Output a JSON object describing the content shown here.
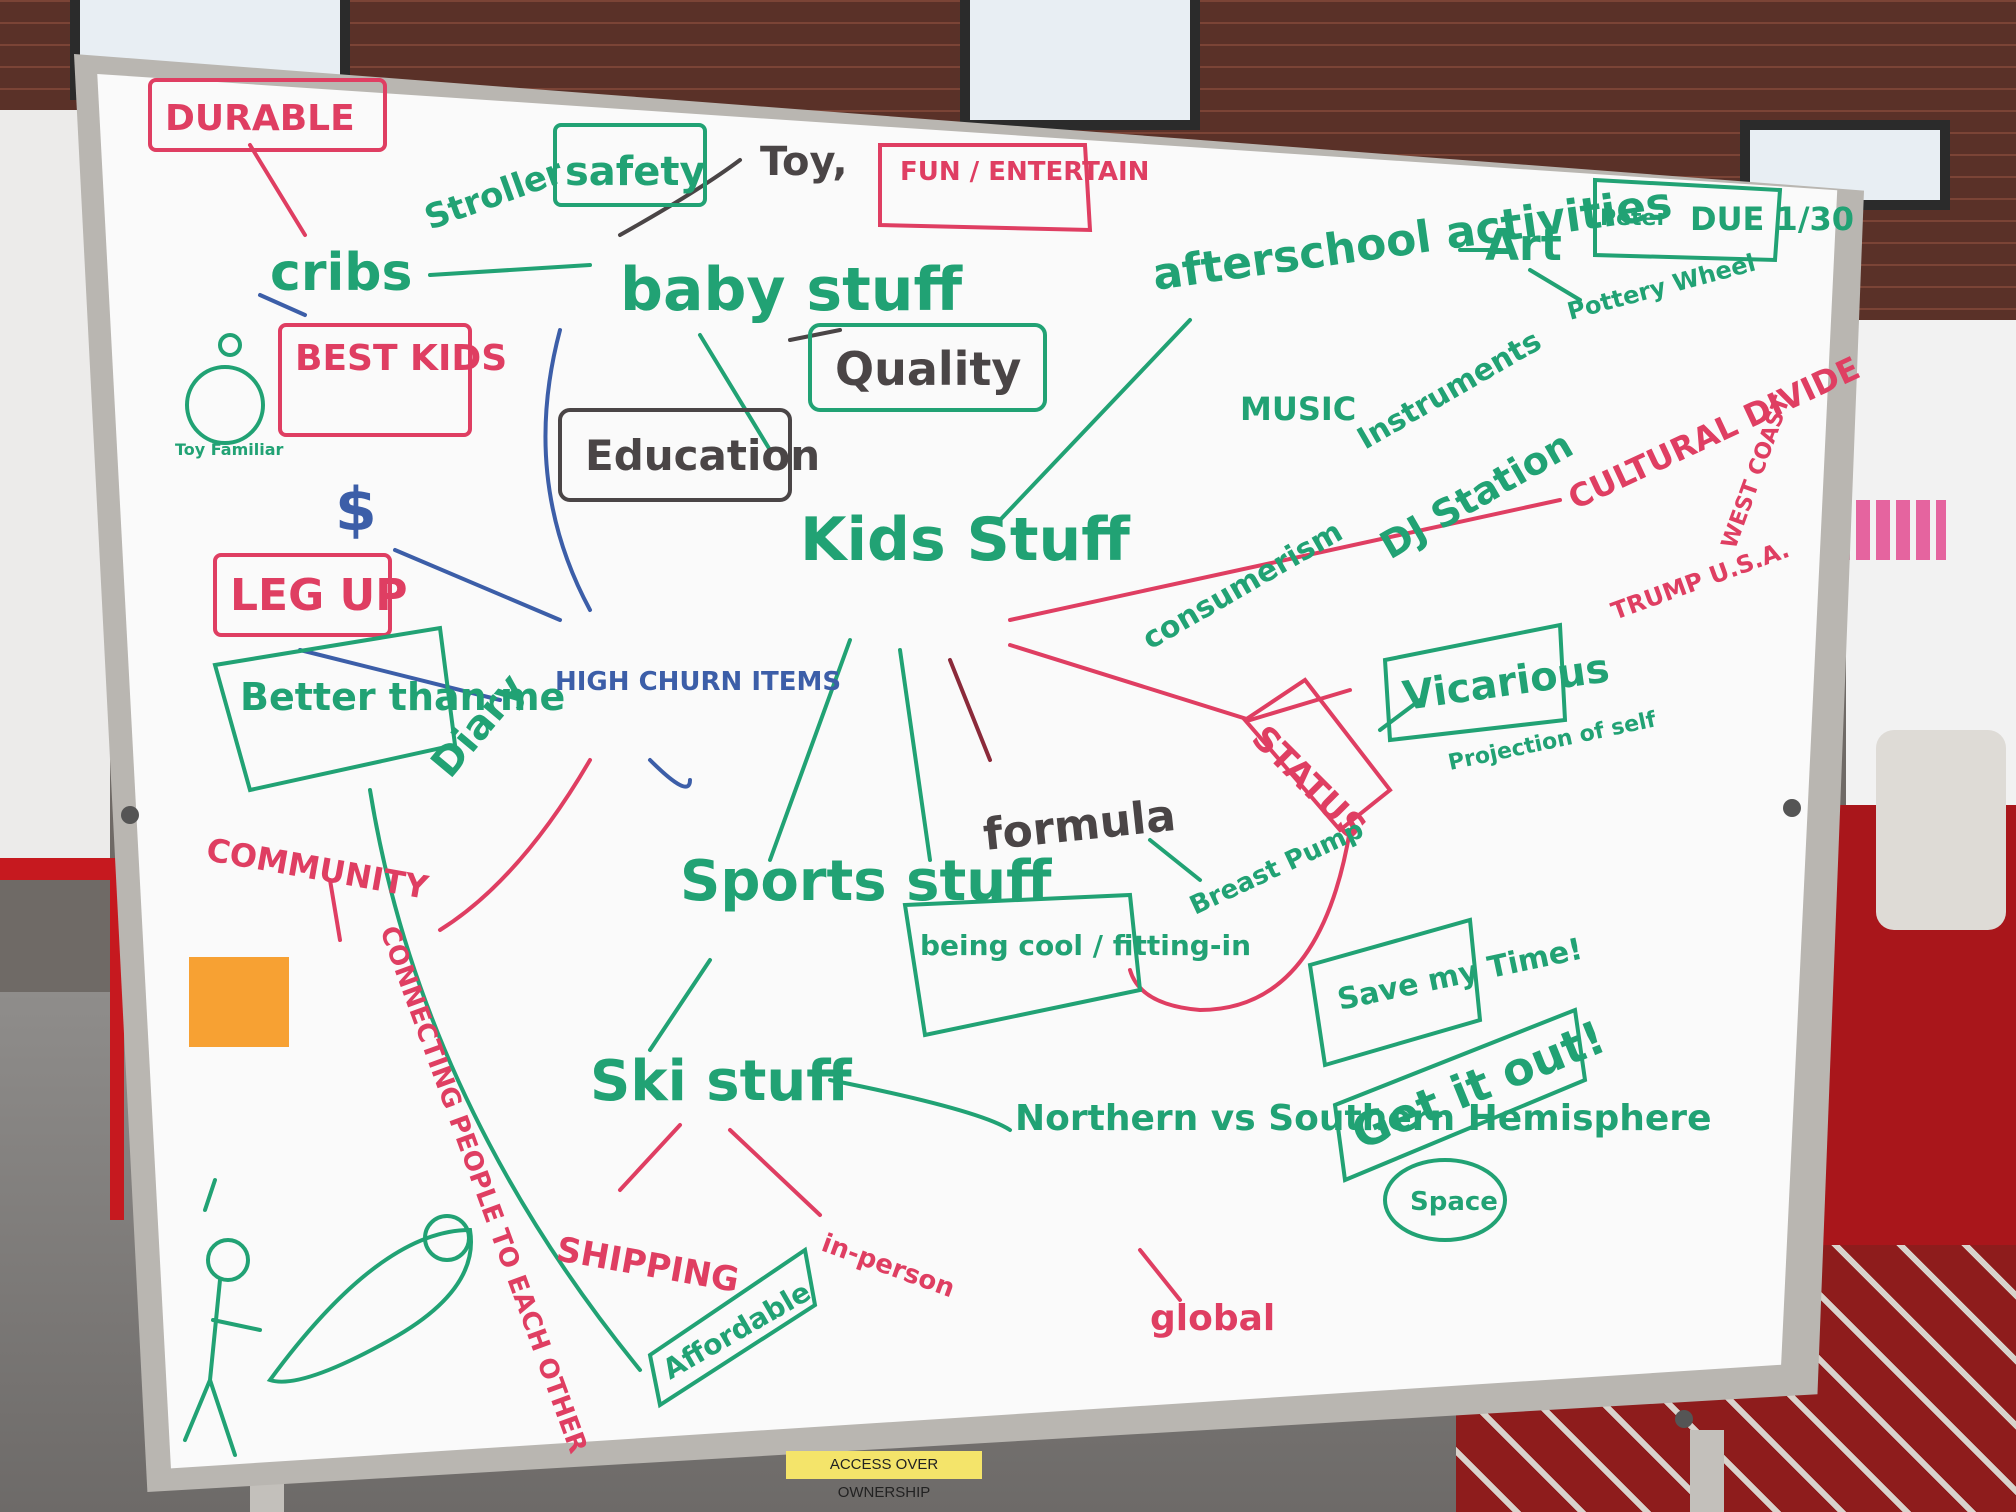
{
  "colors": {
    "green": "#21a274",
    "red": "#df3e62",
    "blue": "#3c5ea8",
    "black": "#4a4546"
  },
  "board": {
    "words": {
      "durable": "DURABLE",
      "safety": "safety",
      "toy": "Toy,",
      "fun_entertain": "FUN / ENTERTAIN",
      "cribs": "cribs",
      "stroller": "Stroller",
      "baby_stuff": "baby stuff",
      "quality": "Quality",
      "best_kids": "BEST KIDS",
      "toy_familiar": "Toy Familiar",
      "education": "Education",
      "kids_stuff": "Kids Stuff",
      "dollar": "$",
      "leg_up": "LEG UP",
      "better_than_me": "Better than me",
      "diary": "Diary",
      "high_churn_items": "HIGH CHURN ITEMS",
      "afterschool_activities": "afterschool activities",
      "art": "Art",
      "pottery_wheel": "Pottery Wheel",
      "music": "MUSIC",
      "instruments": "Instruments",
      "dj_station": "DJ Station",
      "consumerism": "consumerism",
      "cultural_divide": "CULTURAL DIVIDE",
      "west_coast": "WEST COAST",
      "trump_usa": "TRUMP U.S.A.",
      "status": "STATUS",
      "vicarious": "Vicarious",
      "projection_of_self": "Projection of self",
      "formula": "formula",
      "breast_pump": "Breast Pump",
      "being_cool": "being cool / fitting-in",
      "save_time": "Save my Time!",
      "get_it_out": "Get it out!",
      "space": "Space",
      "community": "COMMUNITY",
      "connecting_people": "CONNECTING PEOPLE TO EACH OTHER",
      "sports_stuff": "Sports stuff",
      "ski_stuff": "Ski stuff",
      "northern": "Northern vs Southern Hemisphere",
      "global": "global",
      "shipping": "SHIPPING",
      "in_person": "in-person",
      "affordable": "Affordable",
      "peter_due": "Peter",
      "due_date": "DUE 1/30"
    },
    "label_tape": "ACCESS OVER OWNERSHIP"
  }
}
